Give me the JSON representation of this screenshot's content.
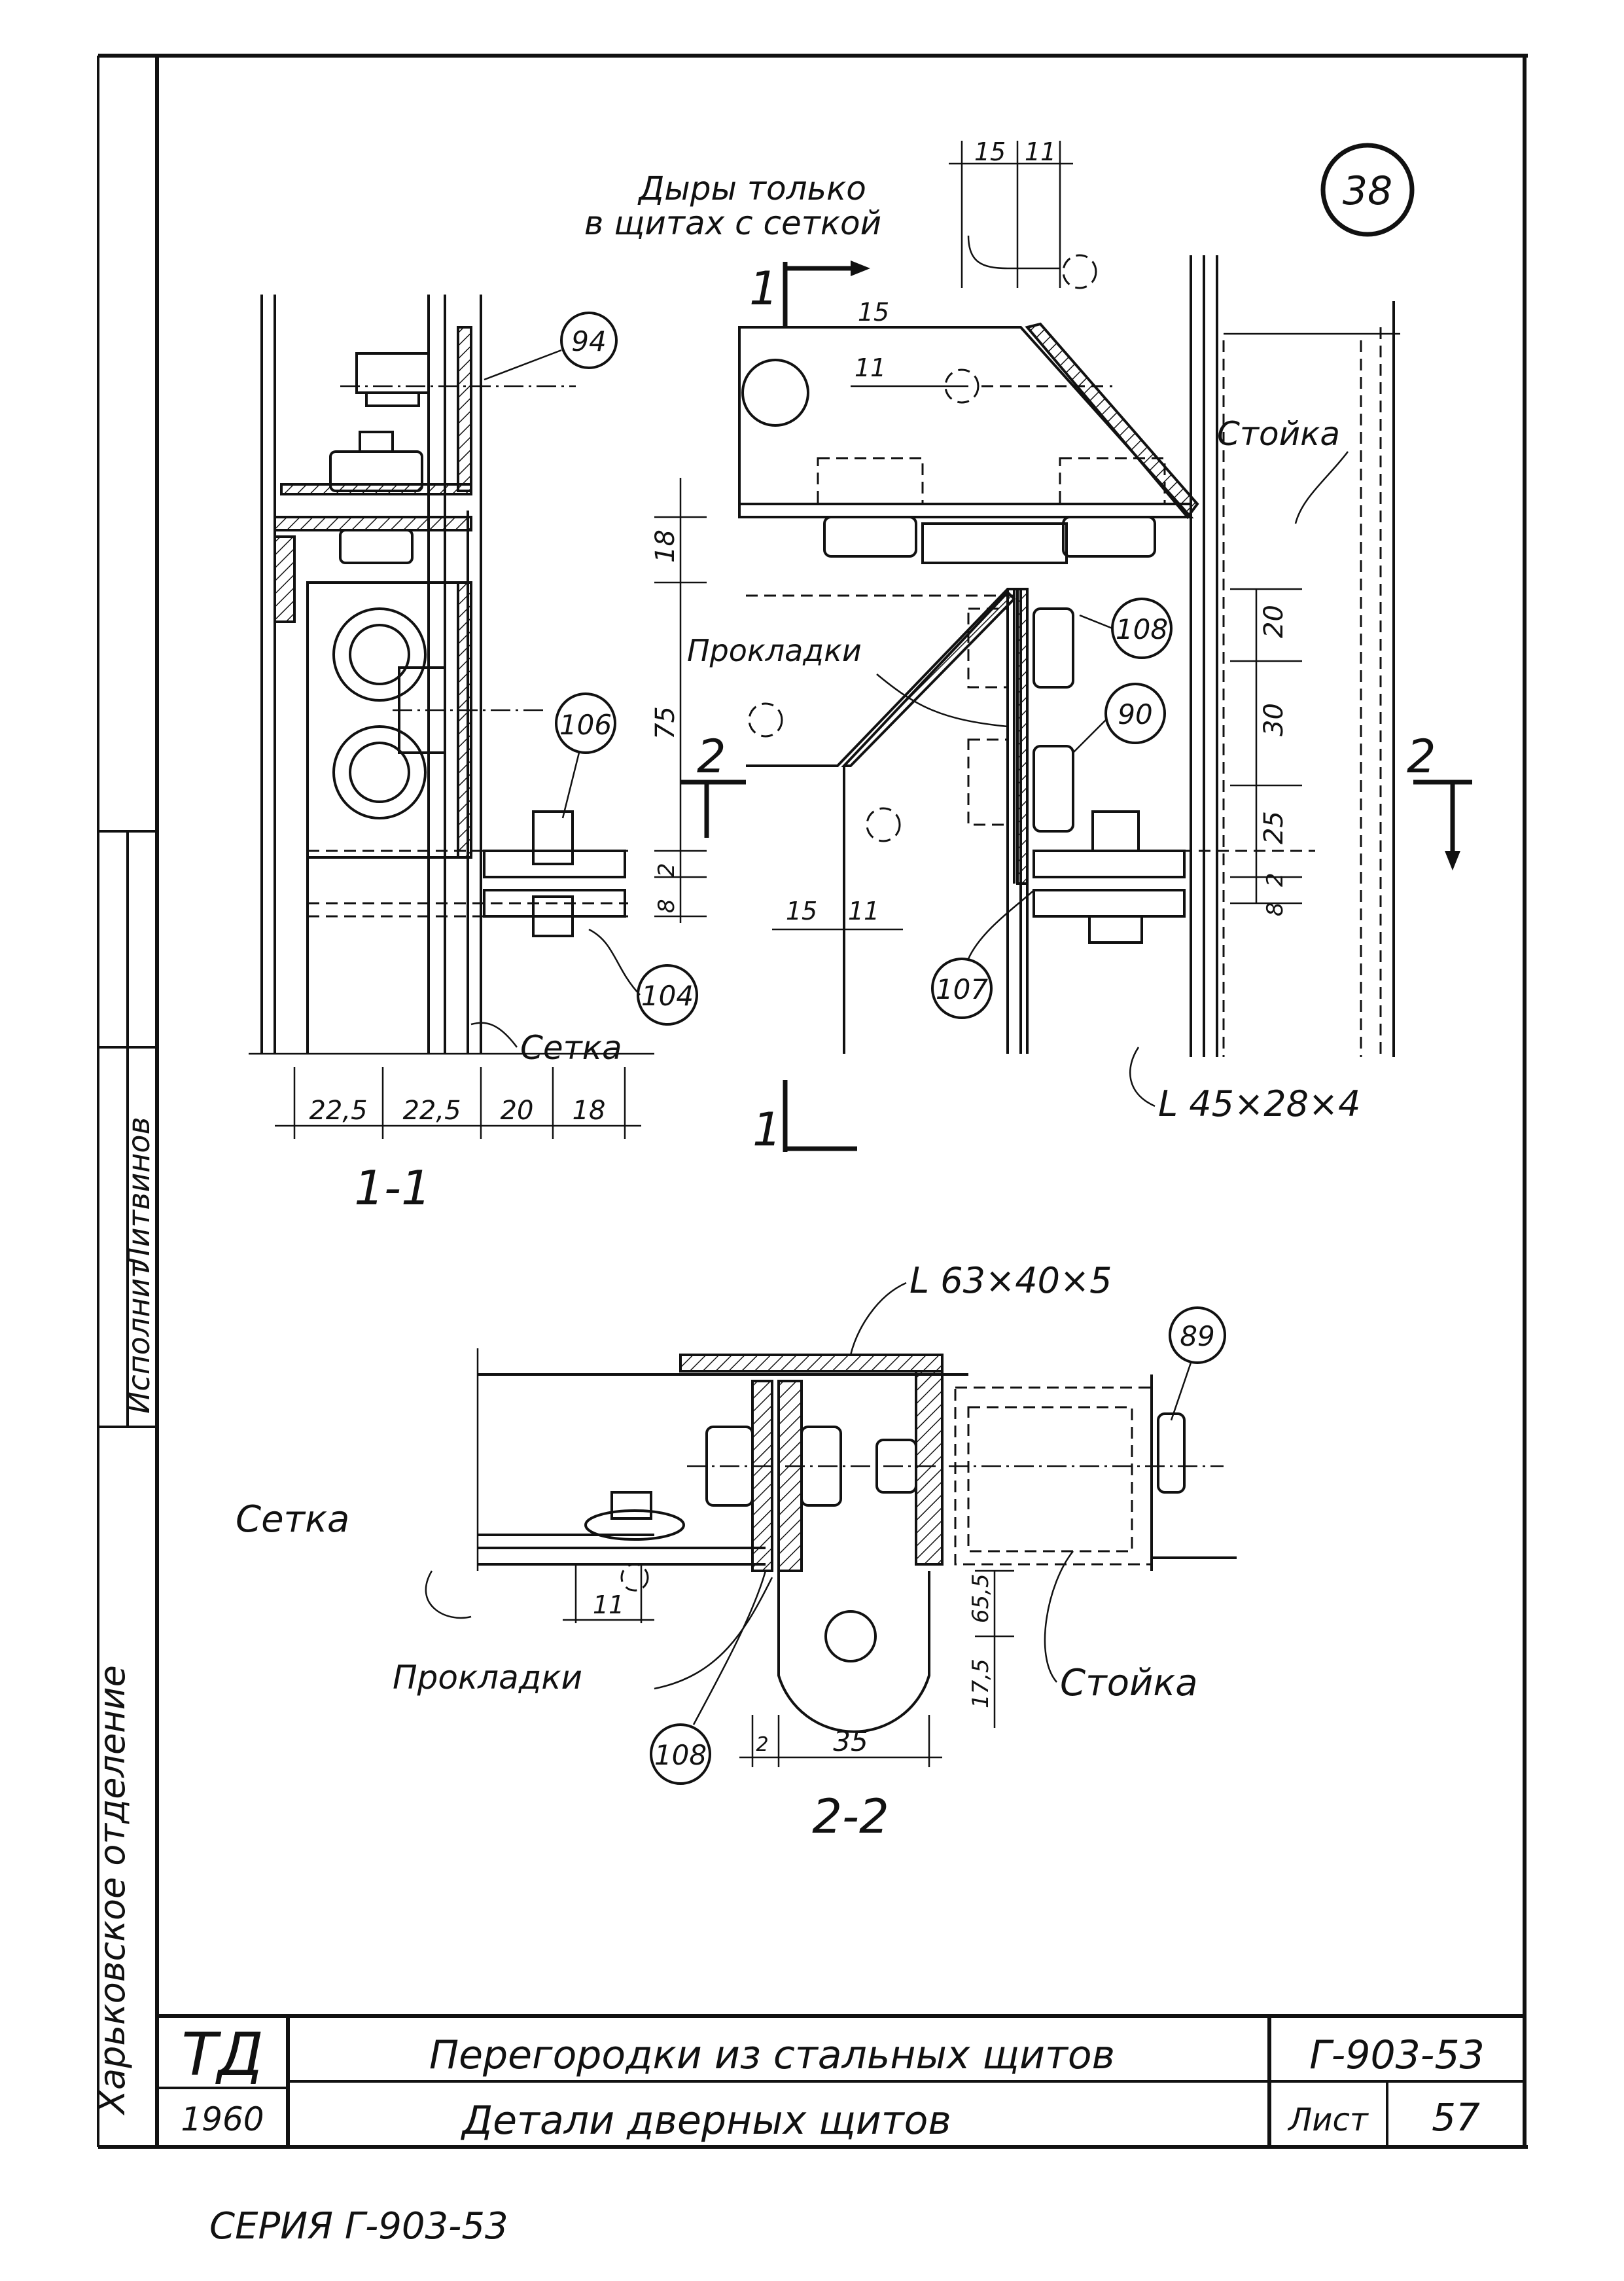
{
  "sheet_number": "38",
  "notes": {
    "holes_line1": "Дыры только",
    "holes_line2": "в щитах с сеткой"
  },
  "callouts": [
    "94",
    "106",
    "104",
    "108",
    "90",
    "107",
    "89",
    "108"
  ],
  "labels": {
    "stoyka": "Стойка",
    "prokladki": "Прокладки",
    "setka": "Сетка",
    "angle_small": "L 45×28×4",
    "angle_big": "L 63×40×5"
  },
  "dimensions": {
    "top": [
      "15",
      "11"
    ],
    "upper_left": [
      "15",
      "11"
    ],
    "vertical_left": [
      "18",
      "75",
      "2",
      "8"
    ],
    "vertical_right": [
      "20",
      "30",
      "25",
      "8",
      "2"
    ],
    "mid": [
      "15",
      "11"
    ],
    "bottom_1_1": [
      "22,5",
      "22,5",
      "20",
      "18"
    ],
    "sec22": [
      "11",
      "65,5",
      "17,5",
      "2",
      "35"
    ]
  },
  "section_marks": {
    "cut1": "1",
    "cut2": "2",
    "sec11": "1-1",
    "sec22": "2-2"
  },
  "title_block": {
    "org_code": "ТД",
    "year": "1960",
    "title_main": "Перегородки из стальных щитов",
    "title_sub": "Детали дверных щитов",
    "series_code": "Г-903-53",
    "sheet_label": "Лист",
    "sheet_no": "57"
  },
  "side_stamp": {
    "org": "Харьковское отделение",
    "role": "Исполнит",
    "name": "Литвинов"
  },
  "footer": {
    "series": "СЕРИЯ Г-903-53"
  }
}
